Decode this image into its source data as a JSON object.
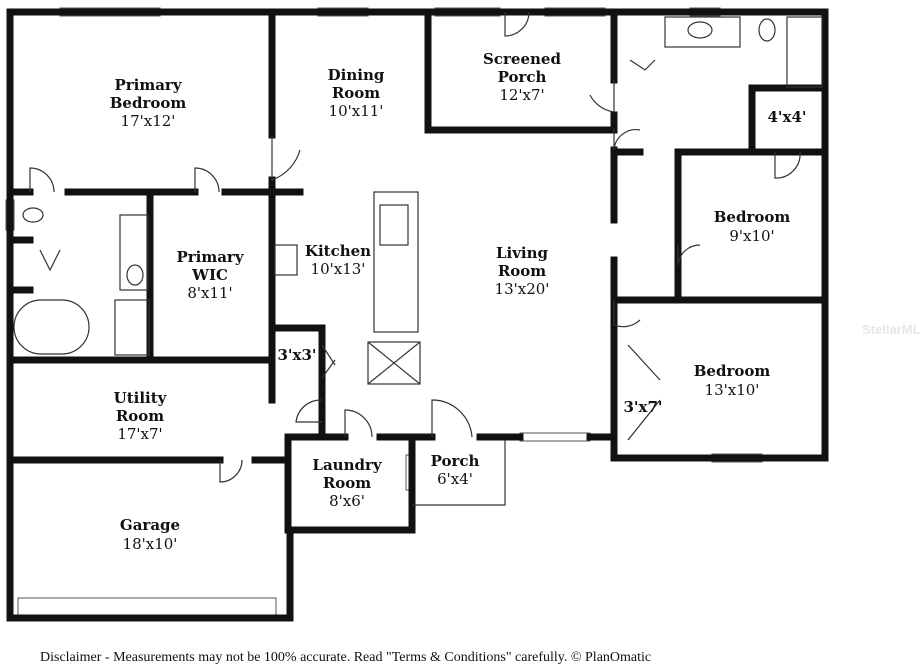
{
  "rooms": {
    "primary_bedroom": {
      "l1": "Primary",
      "l2": "Bedroom",
      "dim": "17'x12'"
    },
    "dining": {
      "l1": "Dining",
      "l2": "Room",
      "dim": "10'x11'"
    },
    "screened_porch": {
      "l1": "Screened",
      "l2": "Porch",
      "dim": "12'x7'"
    },
    "closet_4x4": {
      "dim": "4'x4'"
    },
    "bedroom_1": {
      "l1": "Bedroom",
      "dim": "9'x10'"
    },
    "primary_wic": {
      "l1": "Primary",
      "l2": "WIC",
      "dim": "8'x11'"
    },
    "kitchen": {
      "l1": "Kitchen",
      "dim": "10'x13'"
    },
    "living": {
      "l1": "Living",
      "l2": "Room",
      "dim": "13'x20'"
    },
    "closet_3x3": {
      "dim": "3'x3'"
    },
    "bedroom_2": {
      "l1": "Bedroom",
      "dim": "13'x10'"
    },
    "closet_3x7": {
      "dim": "3'x7'"
    },
    "utility": {
      "l1": "Utility",
      "l2": "Room",
      "dim": "17'x7'"
    },
    "laundry": {
      "l1": "Laundry",
      "l2": "Room",
      "dim": "8'x6'"
    },
    "porch": {
      "l1": "Porch",
      "dim": "6'x4'"
    },
    "garage": {
      "l1": "Garage",
      "dim": "18'x10'"
    }
  },
  "watermark": "StellarMLS",
  "disclaimer": "Disclaimer - Measurements may not be 100% accurate. Read \"Terms & Conditions\" carefully. © PlanOmatic"
}
